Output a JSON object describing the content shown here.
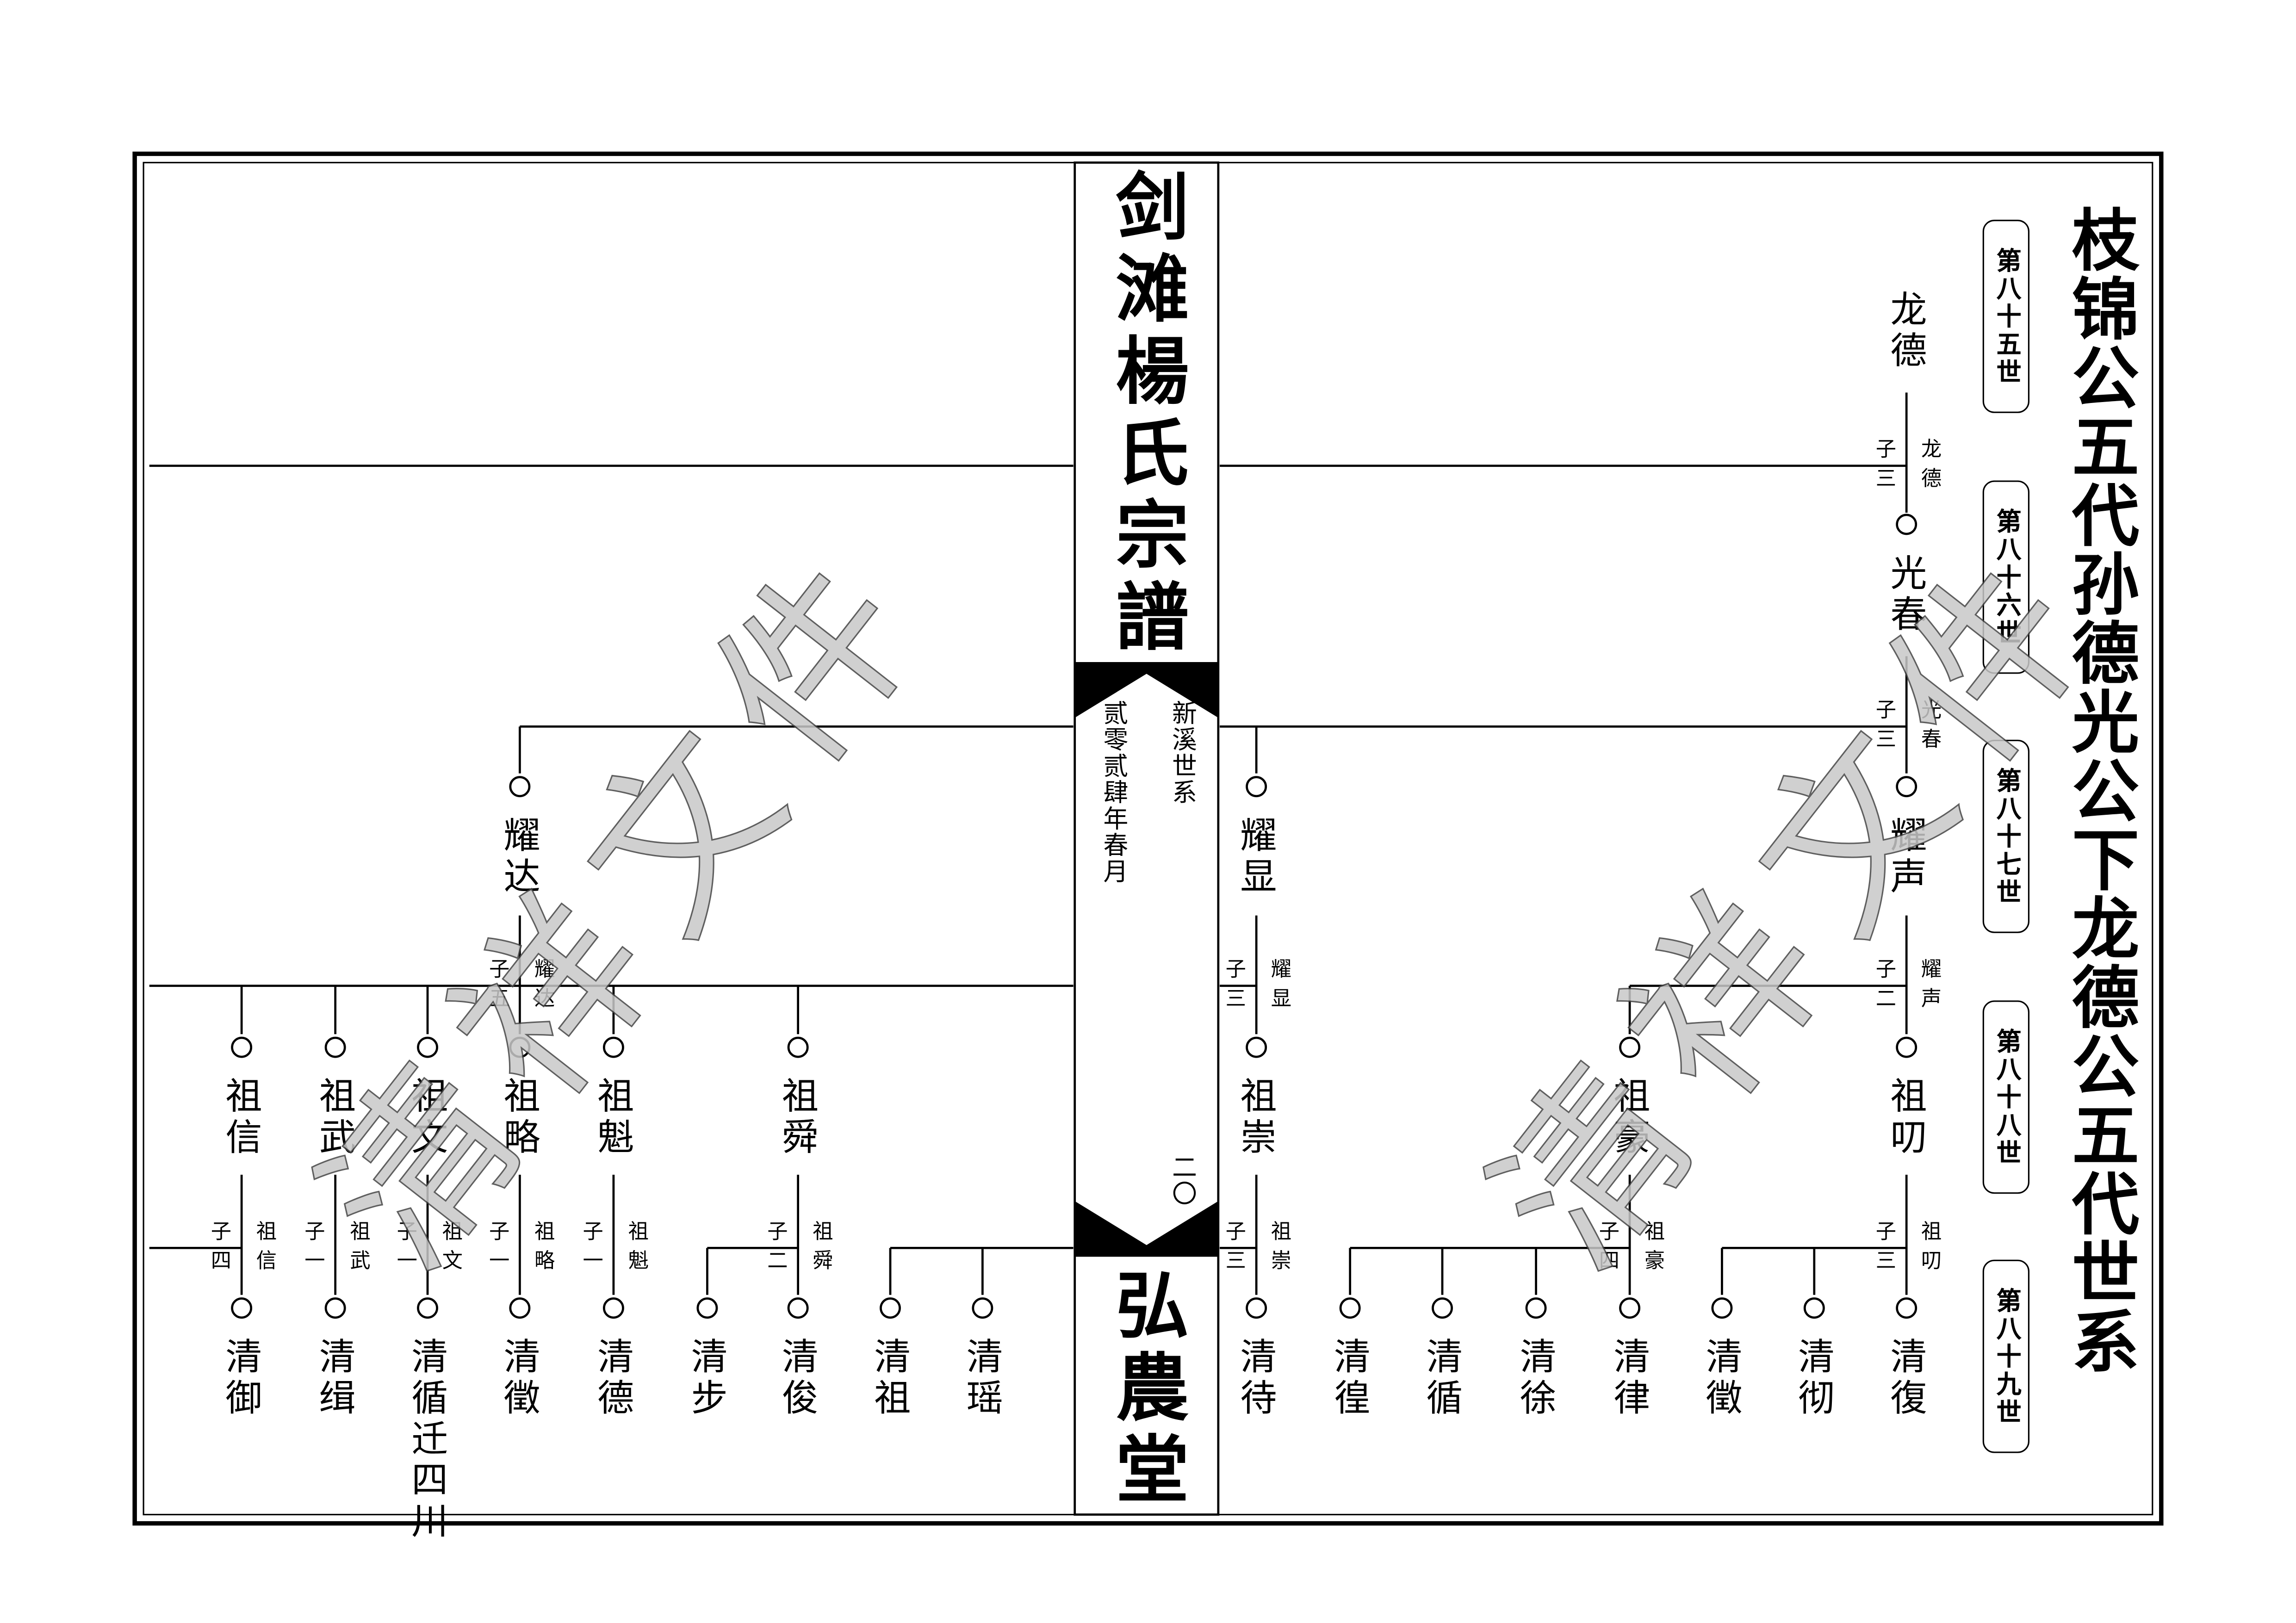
{
  "spine": {
    "title": "剑滩楊氏宗譜",
    "branch": "新溪世系",
    "date": "贰零贰肆年春月",
    "page": "二〇",
    "hall": "弘農堂"
  },
  "right_title": "枝锦公五代孙德光公下龙德公五代世系",
  "generations": [
    "第八十五世",
    "第八十六世",
    "第八十七世",
    "第八十八世",
    "第八十九世"
  ],
  "nodes": [
    "龙德",
    "光春",
    "耀声",
    "耀显",
    "耀达",
    "祖崇",
    "祖豪",
    "祖叨",
    "祖信",
    "祖武",
    "祖文",
    "祖略",
    "祖魁",
    "祖舜",
    "清待",
    "清徨",
    "清循",
    "清徐",
    "清律",
    "清徵",
    "清彻",
    "清復",
    "清御",
    "清缉",
    "清循迁四川",
    "清徵",
    "清德",
    "清步",
    "清俊",
    "清祖",
    "清瑶"
  ],
  "notes": [
    {
      "sons": "子三",
      "parent": "龙德"
    },
    {
      "sons": "子三",
      "parent": "光春"
    },
    {
      "sons": "子二",
      "parent": "耀声"
    },
    {
      "sons": "子三",
      "parent": "耀显"
    },
    {
      "sons": "子五",
      "parent": "耀达"
    },
    {
      "sons": "子四",
      "parent": "祖信"
    },
    {
      "sons": "子一",
      "parent": "祖武"
    },
    {
      "sons": "子一",
      "parent": "祖文"
    },
    {
      "sons": "子一",
      "parent": "祖略"
    },
    {
      "sons": "子一",
      "parent": "祖魁"
    },
    {
      "sons": "子二",
      "parent": "祖舜"
    },
    {
      "sons": "子三",
      "parent": "祖崇"
    },
    {
      "sons": "子四",
      "parent": "祖豪"
    },
    {
      "sons": "子三",
      "parent": "祖叨"
    }
  ],
  "watermark": "清祥文件"
}
